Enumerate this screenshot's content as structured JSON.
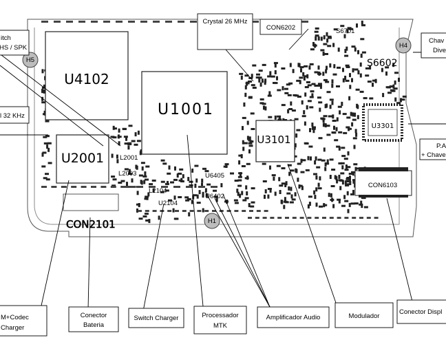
{
  "components": {
    "u4102": "U4102",
    "u1001": "U1001",
    "u2001": "U2001",
    "u3101": "U3101",
    "u3301": "U3301",
    "con6202": "CON6202",
    "con6103": "CON6103",
    "con2101": "CON2101",
    "s6602": "S6602",
    "crystal": "Crystal 26 MHz",
    "h1": "H1",
    "h4": "H4",
    "h5": "H5",
    "small_labels": [
      "L2104",
      "U2104",
      "U6405",
      "U6402",
      "S6701",
      "L2003",
      "L2001"
    ]
  },
  "callouts": {
    "left_top_l1": "itch",
    "left_top_l2": "HS / SPK",
    "left_mid": "l 32 KHz",
    "right_top_l1": "Chav",
    "right_top_l2": "Dive",
    "right_mid_l1": "P.A",
    "right_mid_l2": "+ Chaveador",
    "bottom_codec_l1": "M+Codec",
    "bottom_codec_l2": "Charger",
    "bottom_bateria_l1": "Conector",
    "bottom_bateria_l2": "Bateria",
    "bottom_switch": "Switch Charger",
    "bottom_proc_l1": "Processador",
    "bottom_proc_l2": "MTK",
    "bottom_audio": "Amplificador Audio",
    "bottom_mod": "Modulador",
    "bottom_display": "Conector Displ"
  }
}
